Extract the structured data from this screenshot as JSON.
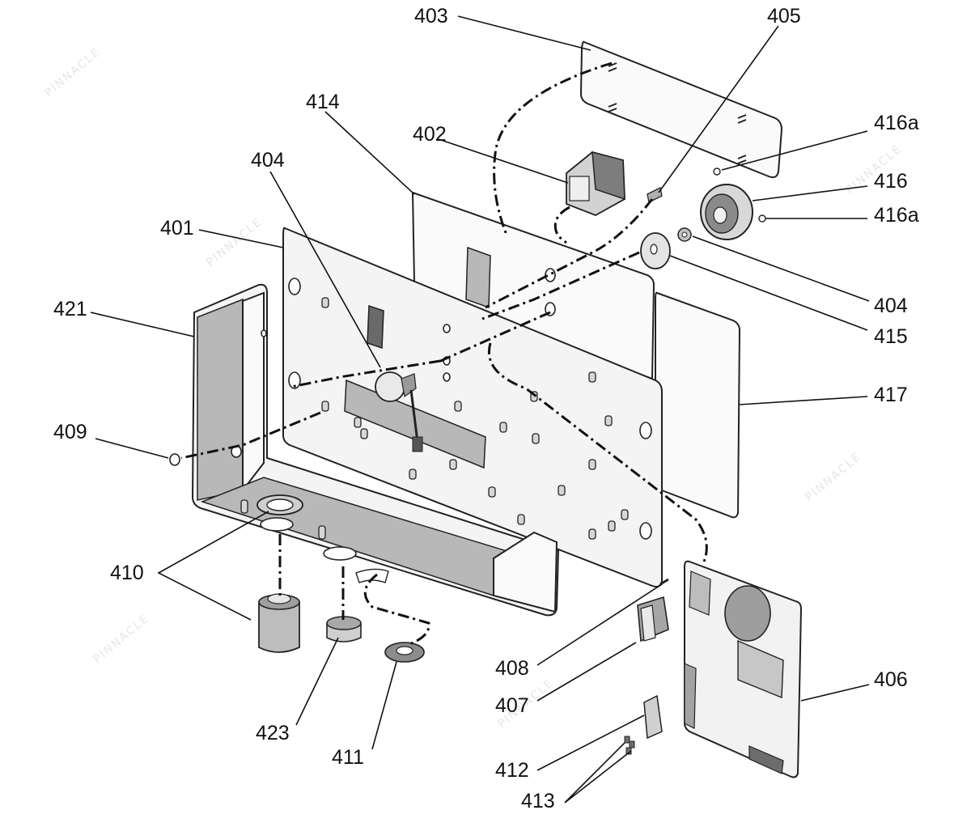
{
  "labels": {
    "l401": "401",
    "l402": "402",
    "l403": "403",
    "l404a": "404",
    "l404b": "404",
    "l405": "405",
    "l406": "406",
    "l407": "407",
    "l408": "408",
    "l409": "409",
    "l410": "410",
    "l411": "411",
    "l412": "412",
    "l413": "413",
    "l414": "414",
    "l415": "415",
    "l416": "416",
    "l416a_top": "416a",
    "l416a_bottom": "416a",
    "l417": "417",
    "l421": "421",
    "l423": "423"
  },
  "watermark": "PINNACLE"
}
